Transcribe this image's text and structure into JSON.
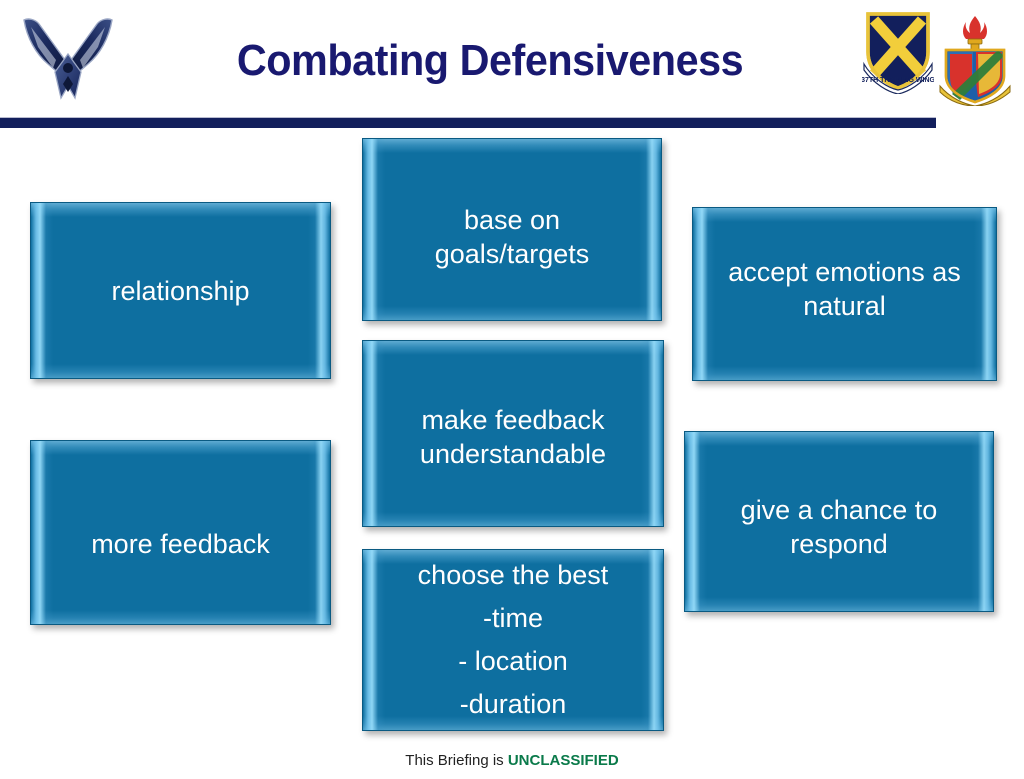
{
  "header": {
    "title": "Combating Defensiveness",
    "logos": [
      {
        "name": "air-force-symbol",
        "label": "U.S. Air Force Symbol"
      },
      {
        "name": "training-wing-emblem",
        "label": "37th Training Wing"
      },
      {
        "name": "institute-emblem",
        "label": "Defense Language Institute"
      }
    ],
    "rule_color": "#121F5C",
    "title_color": "#191970"
  },
  "boxes": [
    {
      "id": "relationship",
      "text": "relationship"
    },
    {
      "id": "more_feedback",
      "text": "more feedback"
    },
    {
      "id": "base_on_goals",
      "line1": "base on",
      "line2": "goals/targets"
    },
    {
      "id": "make_understandable",
      "line1": "make feedback",
      "line2": "understandable"
    },
    {
      "id": "choose_best",
      "line1": "choose the best",
      "line2": "-time",
      "line3": "- location",
      "line4": "-duration"
    },
    {
      "id": "accept_emotions",
      "line1": "accept emotions as",
      "line2": "natural"
    },
    {
      "id": "give_chance",
      "line1": "give a chance to",
      "line2": "respond"
    }
  ],
  "box_style": {
    "fill": "#0E6FA0",
    "bevel_highlight": "#96D7F5",
    "text_color": "#FFFFFF"
  },
  "footer": {
    "prefix": "This Briefing is ",
    "classification": "UNCLASSIFIED",
    "classification_color": "#0A7A4A"
  }
}
